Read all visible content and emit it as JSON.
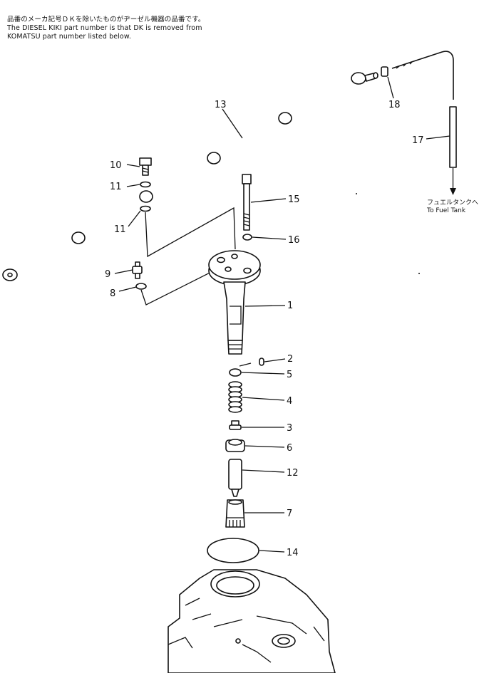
{
  "header": {
    "line_ja": "品番のメーカ記号ＤＫを除いたものがヂーゼル機器の品番です。",
    "line_en1": "The DIESEL KIKI part number is that DK is removed from",
    "line_en2": "KOMATSU part number listed below."
  },
  "callouts": {
    "c1": "1",
    "c2": "2",
    "c3": "3",
    "c4": "4",
    "c5": "5",
    "c6": "6",
    "c7": "7",
    "c8": "8",
    "c9": "9",
    "c10": "10",
    "c11a": "11",
    "c11b": "11",
    "c12": "12",
    "c13": "13",
    "c14": "14",
    "c15": "15",
    "c16": "16",
    "c17": "17",
    "c18": "18"
  },
  "fuel_tank": {
    "label_ja": "フュエルタンクへ",
    "label_en": "To Fuel Tank"
  }
}
